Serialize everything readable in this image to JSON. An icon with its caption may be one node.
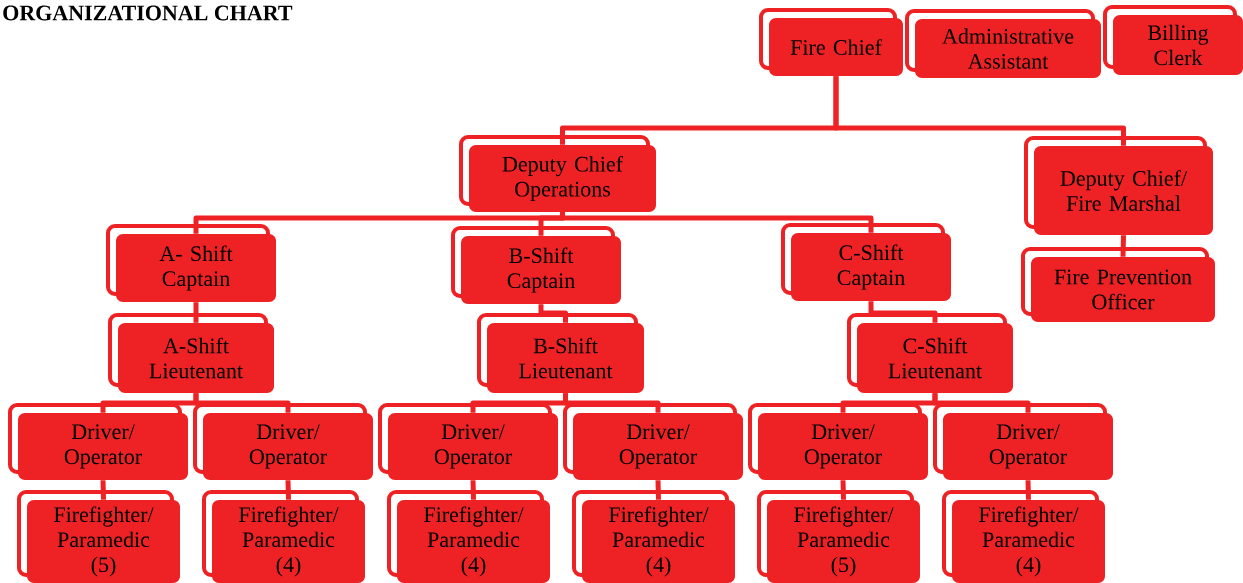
{
  "diagram": {
    "title": "ORGANIZATIONAL CHART",
    "nodes": [
      {
        "text": [
          "Fire Chief"
        ]
      },
      {
        "text": [
          "Administrative Assistant"
        ]
      },
      {
        "text": [
          "Billing Clerk"
        ]
      },
      {
        "text": [
          "Deputy Chief Operations"
        ]
      },
      {
        "text": [
          "Deputy Chief/ Fire Marshal"
        ]
      },
      {
        "text": [
          "A- Shift Captain"
        ]
      },
      {
        "text": [
          "B-Shift Captain"
        ]
      },
      {
        "text": [
          "C-Shift Captain"
        ]
      },
      {
        "text": [
          "Fire Prevention Officer"
        ]
      },
      {
        "text": [
          "A-Shift Lieutenant"
        ]
      },
      {
        "text": [
          "B-Shift Lieutenant"
        ]
      },
      {
        "text": [
          "C-Shift Lieutenant"
        ]
      },
      {
        "text": [
          "Driver/ Operator"
        ]
      },
      {
        "text": [
          "Driver/ Operator"
        ]
      },
      {
        "text": [
          "Driver/ Operator"
        ]
      },
      {
        "text": [
          "Driver/ Operator"
        ]
      },
      {
        "text": [
          "Driver/ Operator"
        ]
      },
      {
        "text": [
          "Driver/ Operator"
        ]
      },
      {
        "text": [
          "Firefighter/ Paramedic (5)"
        ]
      },
      {
        "text": [
          "Firefighter/ Paramedic (4)"
        ]
      },
      {
        "text": [
          "Firefighter/ Paramedic (4)"
        ]
      },
      {
        "text": [
          "Firefighter/ Paramedic (4)"
        ]
      },
      {
        "text": [
          "Firefighter/ Paramedic (5)"
        ]
      },
      {
        "text": [
          "Firefighter/ Paramedic (4)"
        ]
      }
    ],
    "edges": [
      {
        "from": 0,
        "to": 3,
        "arrow": "none"
      },
      {
        "from": 0,
        "to": 4,
        "arrow": "none"
      },
      {
        "from": 3,
        "to": 5,
        "arrow": "none"
      },
      {
        "from": 3,
        "to": 6,
        "arrow": "none"
      },
      {
        "from": 3,
        "to": 7,
        "arrow": "none"
      },
      {
        "from": 4,
        "to": 8,
        "arrow": "none"
      },
      {
        "from": 5,
        "to": 9,
        "arrow": "none"
      },
      {
        "from": 6,
        "to": 10,
        "arrow": "none"
      },
      {
        "from": 7,
        "to": 11,
        "arrow": "none"
      },
      {
        "from": 9,
        "to": 12,
        "arrow": "none"
      },
      {
        "from": 9,
        "to": 13,
        "arrow": "none"
      },
      {
        "from": 10,
        "to": 14,
        "arrow": "none"
      },
      {
        "from": 10,
        "to": 15,
        "arrow": "none"
      },
      {
        "from": 11,
        "to": 16,
        "arrow": "none"
      },
      {
        "from": 11,
        "to": 17,
        "arrow": "none"
      },
      {
        "from": 12,
        "to": 18,
        "arrow": "none"
      },
      {
        "from": 13,
        "to": 19,
        "arrow": "none"
      },
      {
        "from": 14,
        "to": 20,
        "arrow": "none"
      },
      {
        "from": 15,
        "to": 21,
        "arrow": "none"
      },
      {
        "from": 16,
        "to": 22,
        "arrow": "none"
      },
      {
        "from": 17,
        "to": 23,
        "arrow": "none"
      }
    ]
  }
}
